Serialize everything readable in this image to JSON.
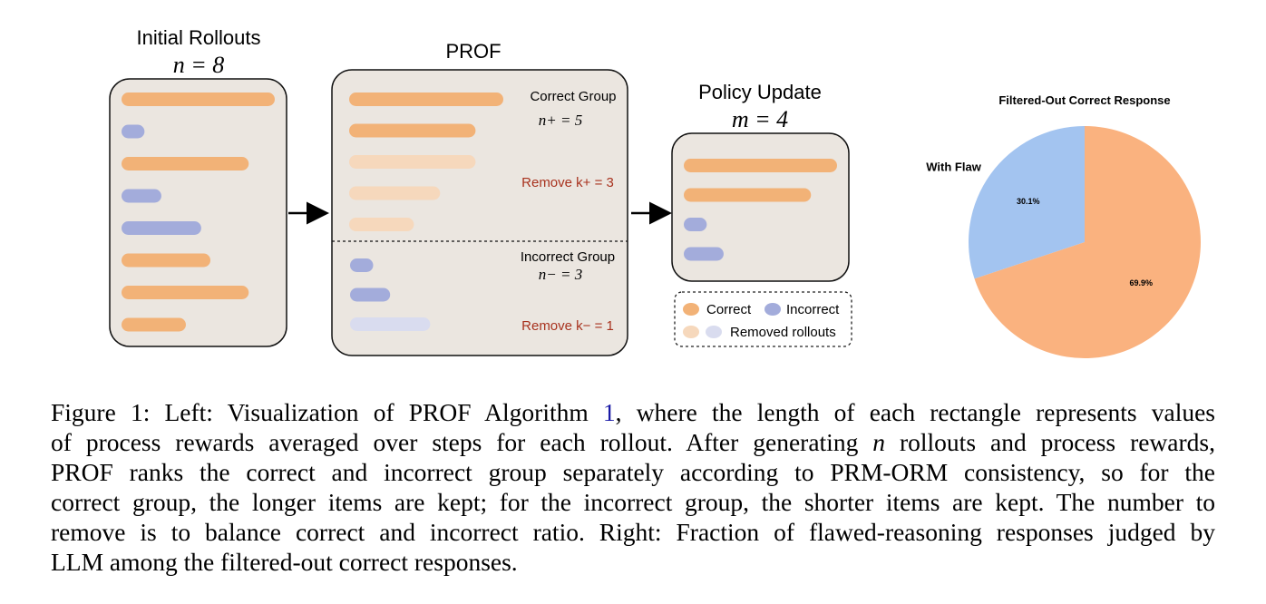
{
  "colors": {
    "correct": "#f2b277",
    "incorrect": "#a3acdb",
    "removed_correct": "#f6d8bc",
    "removed_incorrect": "#d9dcef",
    "panel_fill": "#ebe6e0",
    "red_text": "#a8321e",
    "pie_with_flaw": "#a3c4f0",
    "pie_other": "#fab27f",
    "caption_ref": "#1a1aa6"
  },
  "diagram": {
    "initial": {
      "title": "Initial Rollouts",
      "count": "n = 8",
      "rollouts": [
        {
          "kind": "correct",
          "length": 1.0
        },
        {
          "kind": "incorrect",
          "length": 0.15
        },
        {
          "kind": "correct",
          "length": 0.83
        },
        {
          "kind": "incorrect",
          "length": 0.26
        },
        {
          "kind": "incorrect",
          "length": 0.52
        },
        {
          "kind": "correct",
          "length": 0.58
        },
        {
          "kind": "correct",
          "length": 0.83
        },
        {
          "kind": "correct",
          "length": 0.42
        }
      ]
    },
    "prof": {
      "title": "PROF",
      "correct_group": {
        "label": "Correct Group",
        "count": "n+ = 5",
        "remove": "Remove k+ = 3",
        "rollouts": [
          {
            "kind": "correct",
            "length": 1.0
          },
          {
            "kind": "correct",
            "length": 0.82
          },
          {
            "kind": "removed_correct",
            "length": 0.82
          },
          {
            "kind": "removed_correct",
            "length": 0.59
          },
          {
            "kind": "removed_correct",
            "length": 0.42
          }
        ]
      },
      "incorrect_group": {
        "label": "Incorrect Group",
        "count": "n− = 3",
        "remove": "Remove k− = 1",
        "rollouts": [
          {
            "kind": "incorrect",
            "length": 0.15
          },
          {
            "kind": "incorrect",
            "length": 0.26
          },
          {
            "kind": "removed_incorrect",
            "length": 0.52
          }
        ]
      }
    },
    "policy": {
      "title": "Policy Update",
      "count": "m = 4",
      "rollouts": [
        {
          "kind": "correct",
          "length": 1.0
        },
        {
          "kind": "correct",
          "length": 0.83
        },
        {
          "kind": "incorrect",
          "length": 0.15
        },
        {
          "kind": "incorrect",
          "length": 0.26
        }
      ]
    },
    "legend": {
      "correct": "Correct",
      "incorrect": "Incorrect",
      "removed": "Removed rollouts"
    }
  },
  "chart_data": {
    "type": "pie",
    "title": "Filtered-Out Correct Response",
    "slices": [
      {
        "label": "With Flaw",
        "value": 30.1,
        "value_label": "30.1%",
        "color": "#a3c4f0"
      },
      {
        "label": "",
        "value": 69.9,
        "value_label": "69.9%",
        "color": "#fab27f"
      }
    ],
    "start_angle": "top",
    "direction": "counterclockwise"
  },
  "caption": {
    "line1_pre": "Figure 1: Left: Visualization of PROF Algorithm ",
    "ref": "1",
    "line1_post": ", where the length of each rectangle represents values",
    "line2_pre": "of process rewards averaged over steps for each rollout. After generating ",
    "line2_var": "n",
    "line2_post": " rollouts and process rewards,",
    "line3": "PROF ranks the correct and incorrect group separately according to PRM-ORM consistency, so for the",
    "line4": "correct group, the longer items are kept; for the incorrect group, the shorter items are kept. The number to",
    "line5": "remove is to balance correct and incorrect ratio. Right: Fraction of flawed-reasoning responses judged by",
    "line6": "LLM among the filtered-out correct responses."
  }
}
